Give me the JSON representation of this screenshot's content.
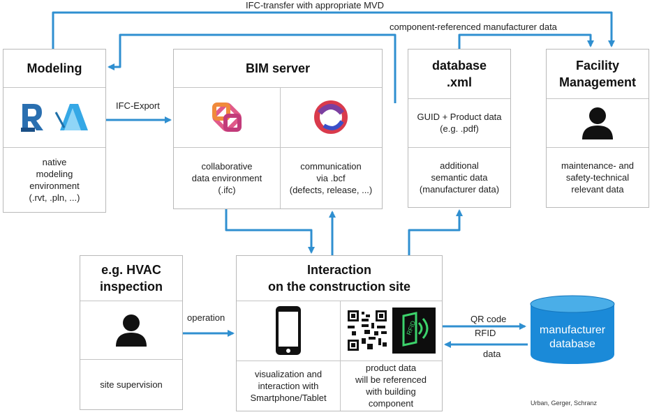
{
  "colors": {
    "arrow": "#2f8fd0",
    "border": "#b9b9b9",
    "db_fill": "#1b8ad8"
  },
  "arrow_labels": {
    "ifc_transfer": "IFC-transfer with appropriate MVD",
    "component_data": "component-referenced manufacturer data",
    "ifc_export": "IFC-Export",
    "operation": "operation",
    "qr_code": "QR code",
    "rfid": "RFID",
    "data": "data"
  },
  "modeling": {
    "title": "Modeling",
    "icons": [
      "revit-logo-icon",
      "archicad-logo-icon"
    ],
    "caption": "native\nmodeling\nenvironment\n(.rvt, .pln, ...)"
  },
  "bim_server": {
    "title": "BIM server",
    "left_icon": "bimserver-logo-icon",
    "left_caption": "collaborative\ndata environment\n(.ifc)",
    "right_icon": "bcf-logo-icon",
    "right_caption": "communication\nvia .bcf\n(defects, release, ...)"
  },
  "database": {
    "title": "database\n.xml",
    "middle": "GUID + Product data\n(e.g. .pdf)",
    "caption": "additional\nsemantic data\n(manufacturer data)"
  },
  "facility": {
    "title": "Facility\nManagement",
    "icon": "person-icon",
    "caption": "maintenance- and\nsafety-technical\nrelevant data"
  },
  "hvac": {
    "title": "e.g. HVAC\ninspection",
    "icon": "person-icon",
    "caption": "site supervision"
  },
  "interaction": {
    "title": "Interaction\non the construction site",
    "left_icon": "smartphone-icon",
    "left_caption": "visualization and\ninteraction with\nSmartphone/Tablet",
    "right_icons": [
      "qr-code-icon",
      "rfid-tag-icon"
    ],
    "right_caption": "product data\nwill be referenced\nwith building\ncomponent"
  },
  "manufacturer_db": {
    "label": "manufacturer\ndatabase",
    "icon": "database-cylinder-icon"
  },
  "credit": "Urban, Gerger, Schranz"
}
